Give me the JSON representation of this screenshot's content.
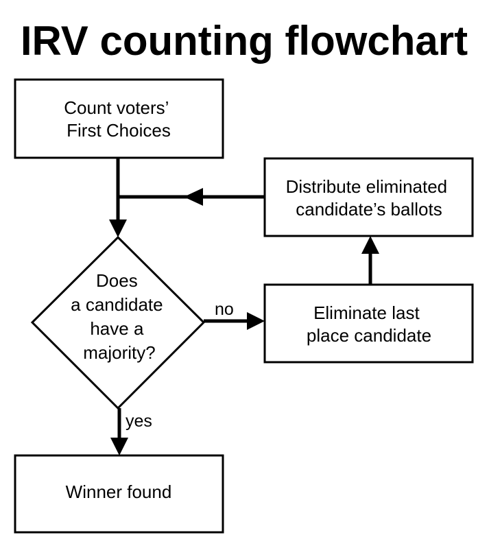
{
  "title": "IRV counting flowchart",
  "nodes": {
    "count": {
      "lines": [
        "Count voters’",
        "First Choices"
      ]
    },
    "decision": {
      "lines": [
        "Does",
        "a candidate",
        "have a",
        "majority?"
      ]
    },
    "eliminate": {
      "lines": [
        "Eliminate last",
        "place candidate"
      ]
    },
    "distribute": {
      "lines": [
        "Distribute eliminated",
        "candidate’s ballots"
      ]
    },
    "winner": {
      "lines": [
        "Winner found"
      ]
    }
  },
  "edges": {
    "no_label": "no",
    "yes_label": "yes"
  },
  "colors": {
    "stroke": "#000000",
    "background": "#ffffff"
  }
}
